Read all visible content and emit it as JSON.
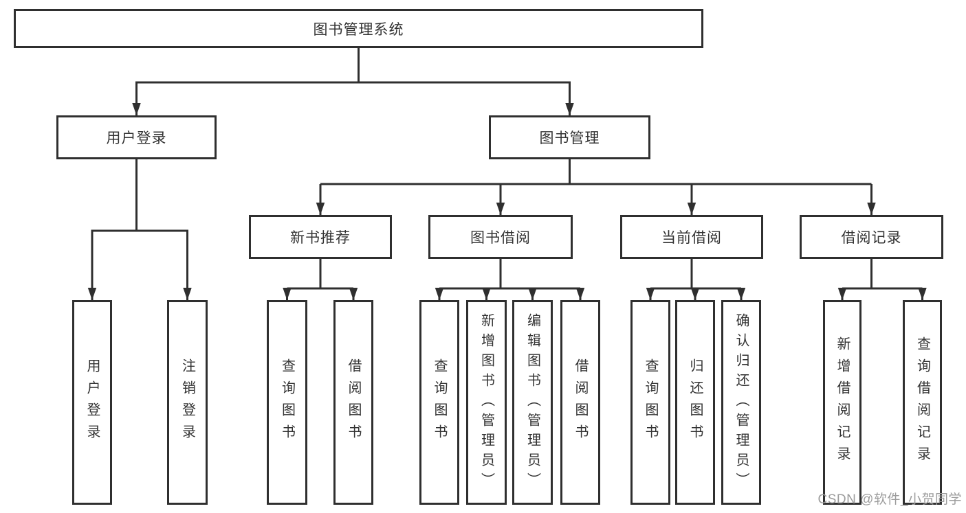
{
  "diagram": {
    "root": {
      "label": "图书管理系统"
    },
    "level2": [
      {
        "label": "用户登录"
      },
      {
        "label": "图书管理"
      }
    ],
    "level3": [
      {
        "label": "新书推荐"
      },
      {
        "label": "图书借阅"
      },
      {
        "label": "当前借阅"
      },
      {
        "label": "借阅记录"
      }
    ],
    "leaves": {
      "login": [
        {
          "label": "用户登录"
        },
        {
          "label": "注销登录"
        }
      ],
      "newbook": [
        {
          "label": "查询图书"
        },
        {
          "label": "借阅图书"
        }
      ],
      "borrow": [
        {
          "label": "查询图书"
        },
        {
          "label": "新增图书（管理员）"
        },
        {
          "label": "编辑图书（管理员）"
        },
        {
          "label": "借阅图书"
        }
      ],
      "current": [
        {
          "label": "查询图书"
        },
        {
          "label": "归还图书"
        },
        {
          "label": "确认归还（管理员）"
        }
      ],
      "records": [
        {
          "label": "新增借阅记录"
        },
        {
          "label": "查询借阅记录"
        }
      ]
    },
    "watermark": "CSDN @软件_小贺同学",
    "colors": {
      "line": "#2f2f2f",
      "text": "#333333",
      "watermark": "#9c9c9c",
      "background": "#ffffff"
    }
  }
}
